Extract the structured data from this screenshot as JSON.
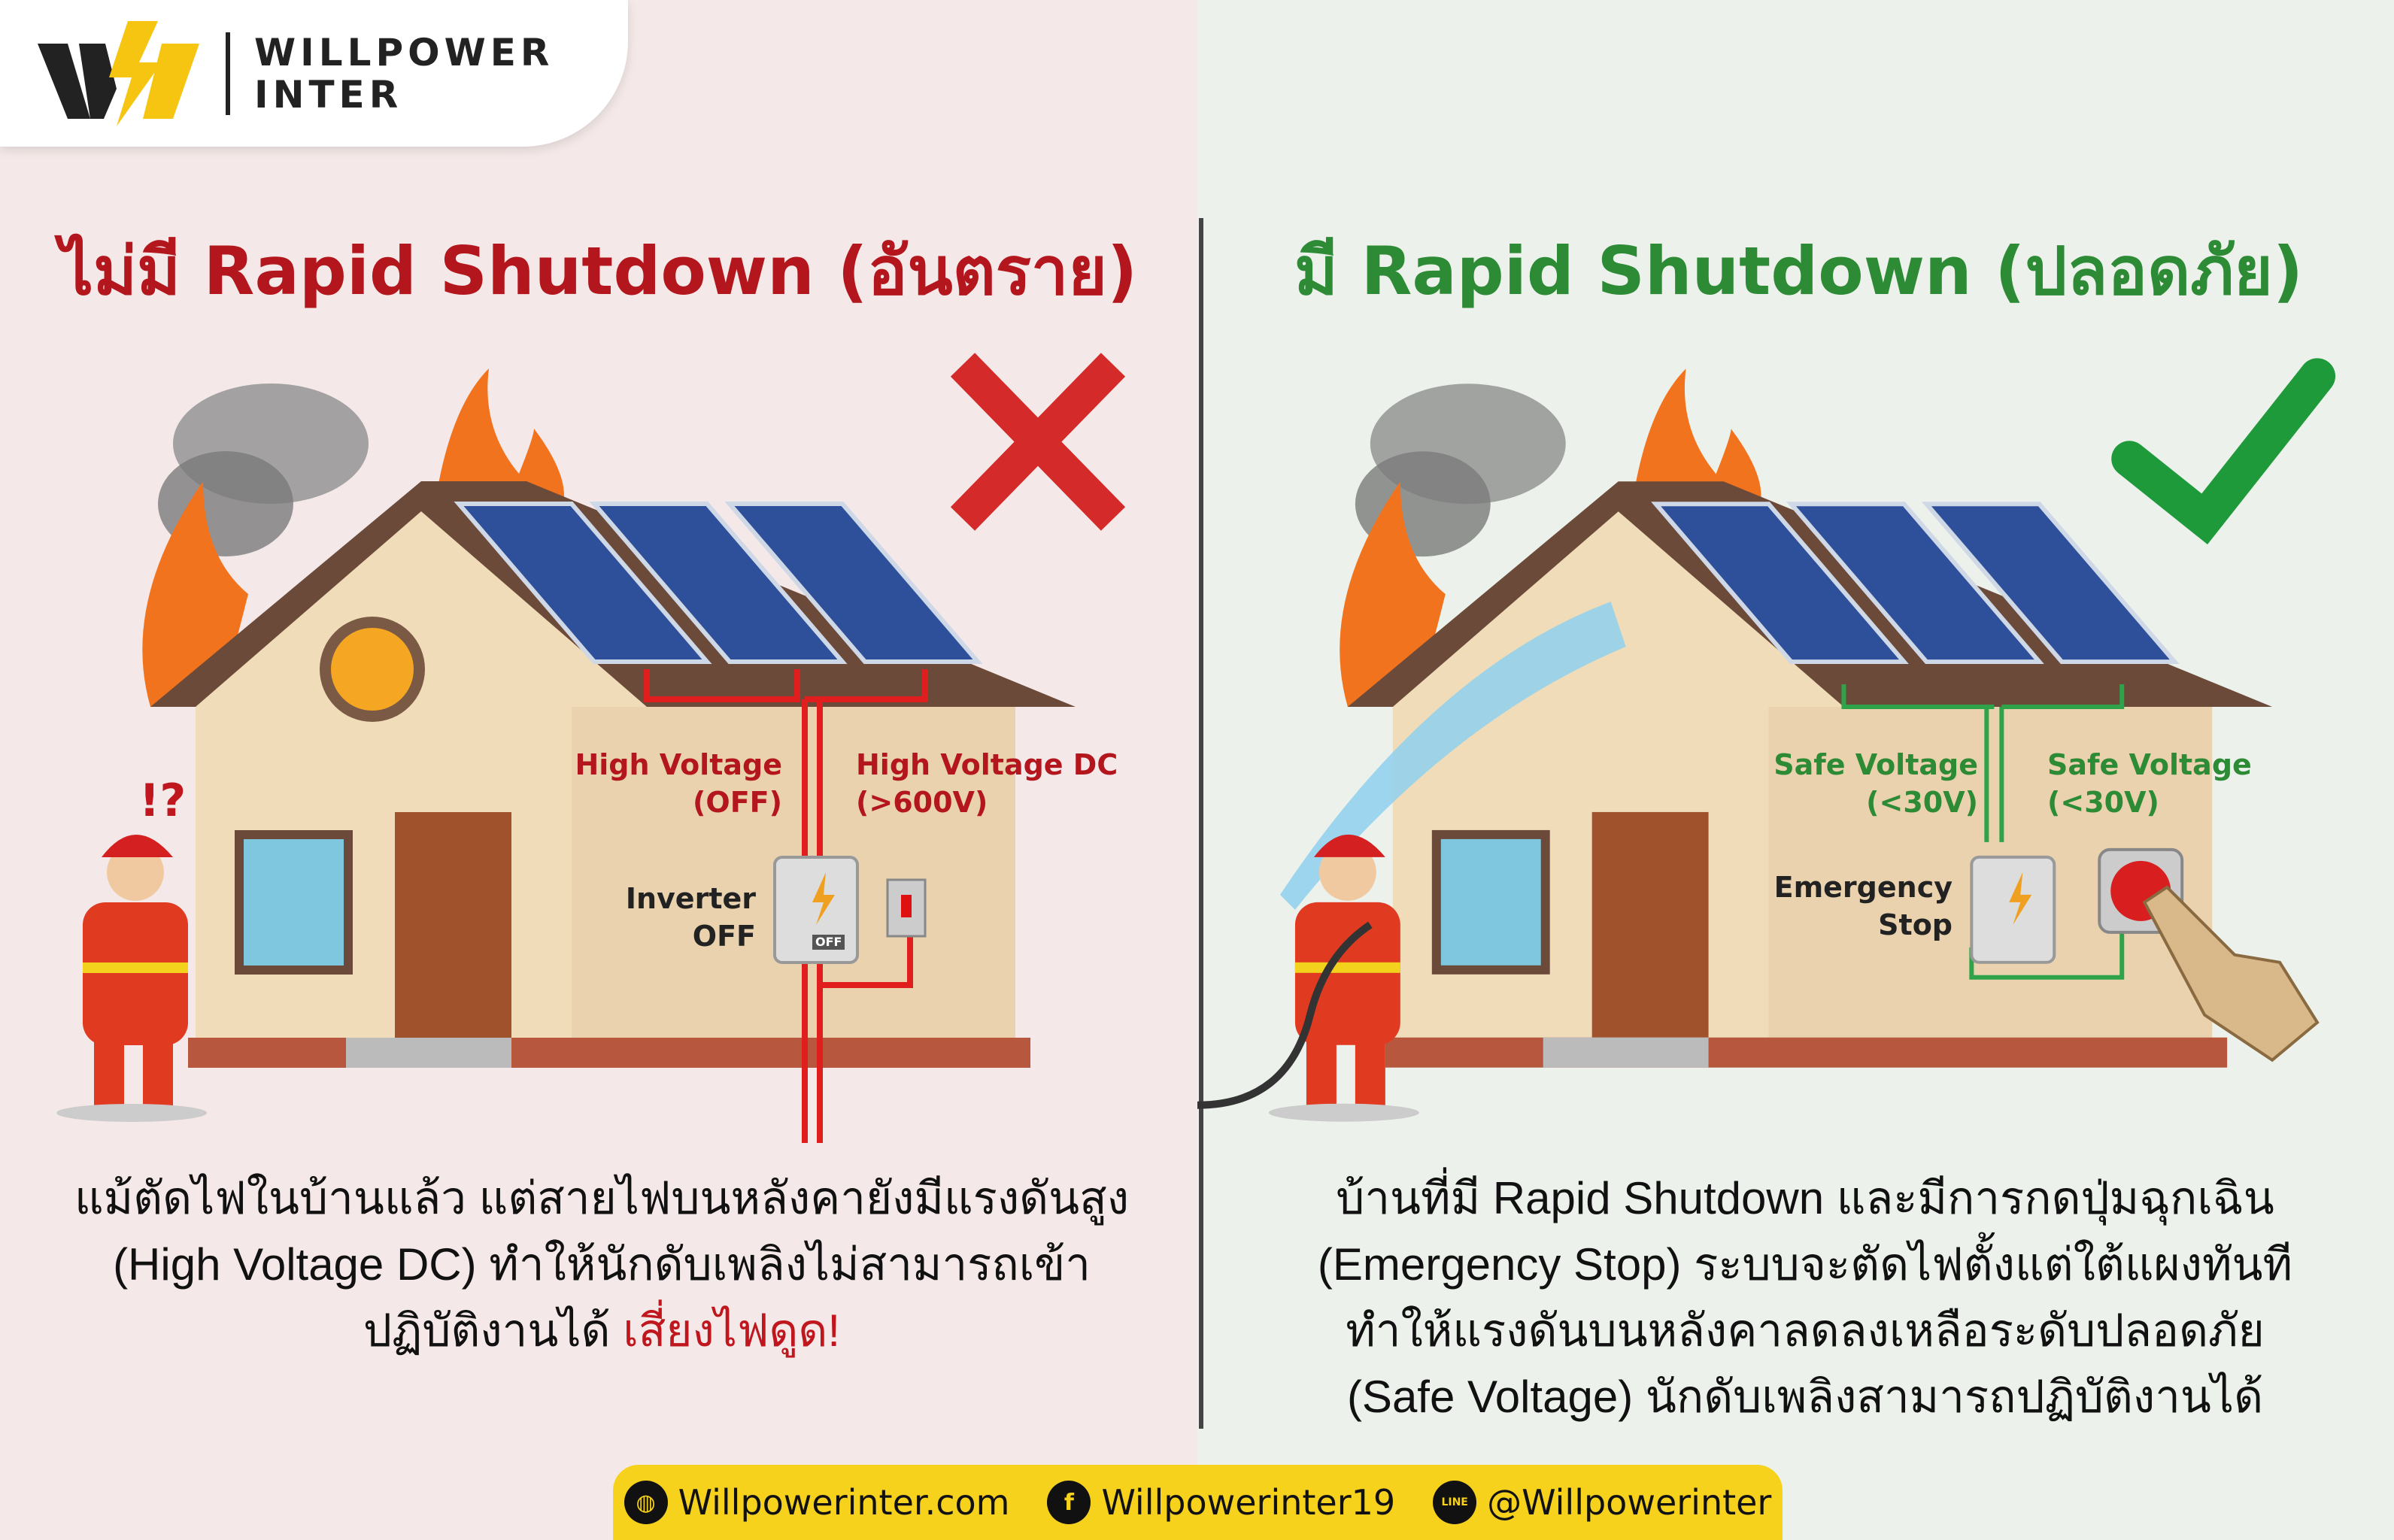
{
  "brand": {
    "name_line1": "WILLPOWER",
    "name_line2": "INTER"
  },
  "left": {
    "title": "ไม่มี Rapid Shutdown (อันตราย)",
    "labels": {
      "hv_off_1": "High Voltage",
      "hv_off_2": "(OFF)",
      "hv_dc_1": "High Voltage DC",
      "hv_dc_2": "(>600V)",
      "inverter_1": "Inverter",
      "inverter_2": "OFF",
      "confused": "!?",
      "inverter_screen": "OFF"
    },
    "caption_line1": "แม้ตัดไฟในบ้านแล้ว แต่สายไฟบนหลังคายังมีแรงดันสูง",
    "caption_line2": "(High Voltage DC) ทำให้นักดับเพลิงไม่สามารถเข้า",
    "caption_line3": "ปฏิบัติงานได้ ",
    "caption_warning": "เสี่ยงไฟดูด!"
  },
  "right": {
    "title": "มี Rapid Shutdown (ปลอดภัย)",
    "labels": {
      "safe1_1": "Safe Voltage",
      "safe1_2": "(<30V)",
      "safe2_1": "Safe Voltage",
      "safe2_2": "(<30V)",
      "estop_1": "Emergency",
      "estop_2": "Stop"
    },
    "caption_line1": "บ้านที่มี Rapid Shutdown และมีการกดปุ่มฉุกเฉิน",
    "caption_line2": "(Emergency Stop) ระบบจะตัดไฟตั้งแต่ใต้แผงทันที",
    "caption_line3": "ทำให้แรงดันบนหลังคาลดลงเหลือระดับปลอดภัย",
    "caption_line4": "(Safe Voltage) นักดับเพลิงสามารถปฏิบัติงานได้"
  },
  "footer": {
    "website": "Willpowerinter.com",
    "facebook": "Willpowerinter19",
    "line": "@Willpowerinter",
    "line_icon_text": "LINE"
  },
  "colors": {
    "danger": "#b3171d",
    "safe": "#2d8a35",
    "footer": "#f6d21d"
  }
}
